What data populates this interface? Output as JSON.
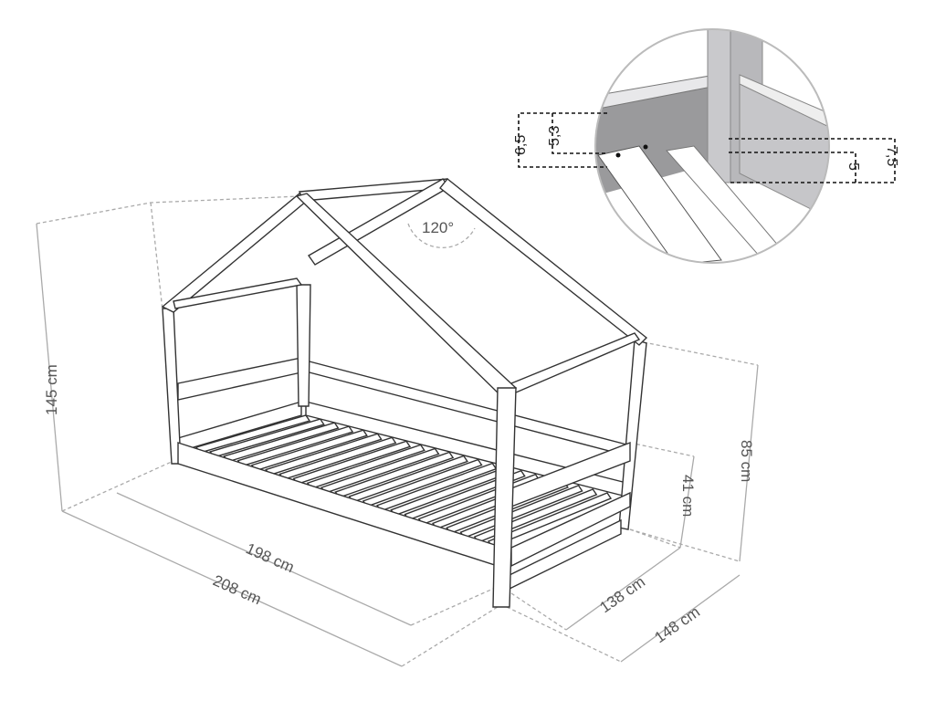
{
  "dimensions": {
    "height_total": "145 cm",
    "roof_angle": "120°",
    "inner_length": "198 cm",
    "outer_length": "208 cm",
    "side_height": "85 cm",
    "rail_height": "41 cm",
    "inner_width": "138 cm",
    "outer_width": "148 cm"
  },
  "detail": {
    "a": "6,5",
    "b": "5,3",
    "c": "5",
    "d": "7,5"
  }
}
